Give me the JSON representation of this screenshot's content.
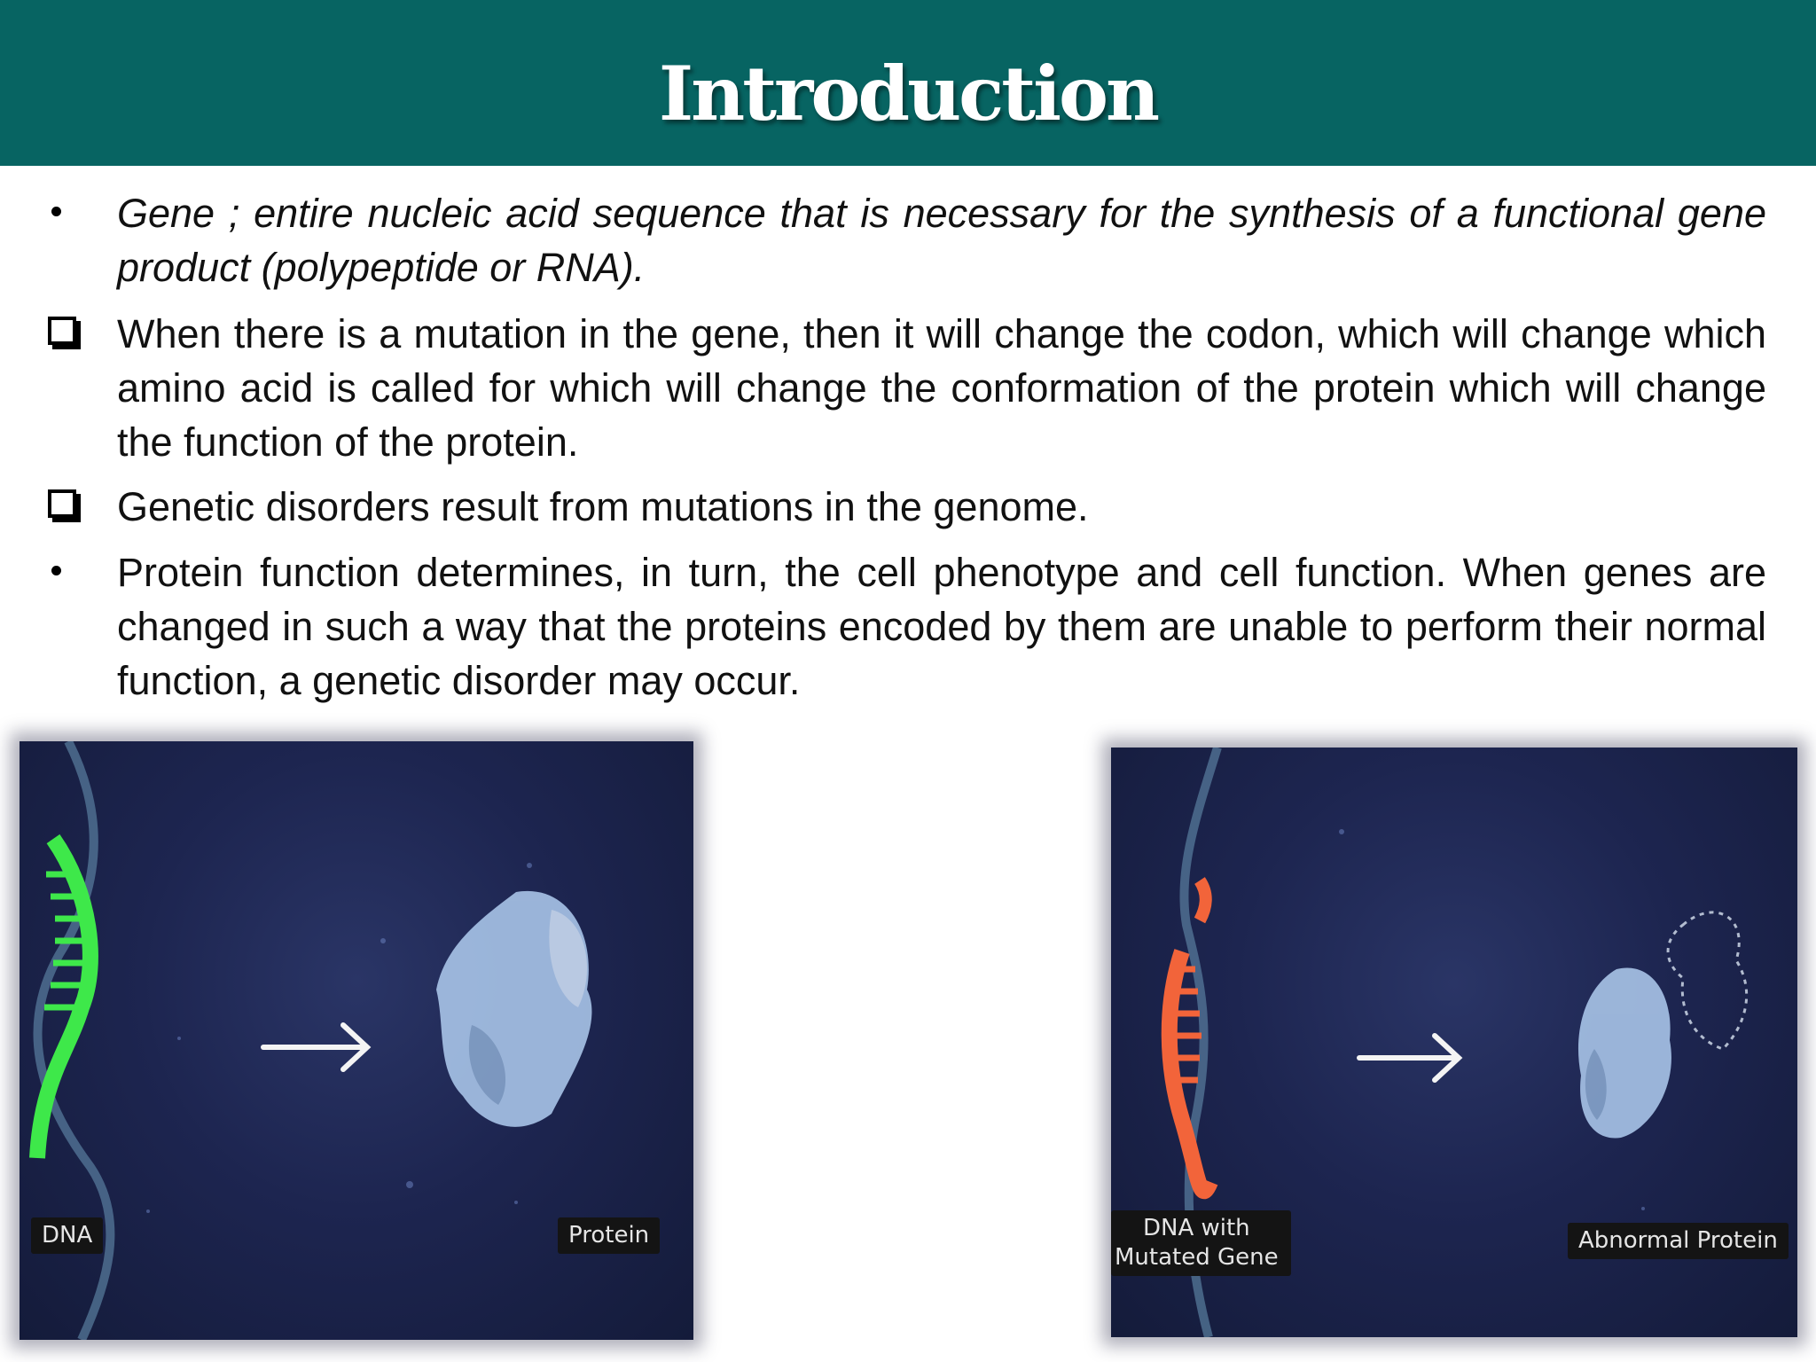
{
  "slide": {
    "title": "Introduction",
    "bullets": [
      {
        "marker": "dot",
        "italic": true,
        "text": "Gene ; entire nucleic acid sequence that is necessary for the synthesis of a functional gene product (polypeptide or RNA)."
      },
      {
        "marker": "box",
        "italic": false,
        "text": "When there is a mutation in the gene, then it will change the codon, which will change which amino acid is called for which will change the conformation of the protein which will change the function of the protein."
      },
      {
        "marker": "box",
        "italic": false,
        "text": "Genetic disorders result from mutations in the genome."
      },
      {
        "marker": "dot",
        "italic": false,
        "text": "Protein function determines, in turn, the cell phenotype and cell function. When genes are changed in such a way that the proteins encoded by them are unable to perform their normal function, a genetic disorder may occur."
      }
    ]
  },
  "images": {
    "normal": {
      "dna_label": "DNA",
      "protein_label": "Protein",
      "gene_color": "#3ee84a"
    },
    "mutated": {
      "dna_label_line1": "DNA with",
      "dna_label_line2": "Mutated Gene",
      "protein_label": "Abnormal Protein",
      "gene_color": "#f2643a"
    }
  },
  "colors": {
    "title_bar": "#076462",
    "background_image": "#1d2550"
  }
}
